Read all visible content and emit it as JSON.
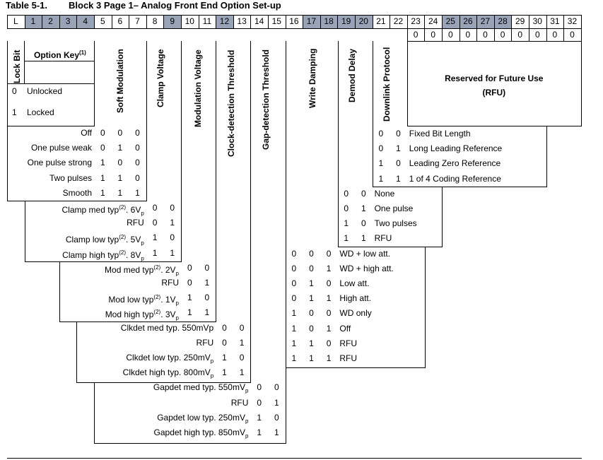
{
  "title": {
    "number": "Table 5-1.",
    "text": "Block 3 Page 1– Analog Front End Option Set-up"
  },
  "bits": [
    "L",
    "1",
    "2",
    "3",
    "4",
    "5",
    "6",
    "7",
    "8",
    "9",
    "10",
    "11",
    "12",
    "13",
    "14",
    "15",
    "16",
    "17",
    "18",
    "19",
    "20",
    "21",
    "22",
    "23",
    "24",
    "25",
    "26",
    "27",
    "28",
    "29",
    "30",
    "31",
    "32"
  ],
  "rfu_zeros": [
    "0",
    "0",
    "0",
    "0",
    "0",
    "0",
    "0",
    "0",
    "0",
    "0"
  ],
  "headers": {
    "lock_bit": "Lock Bit",
    "option_key": "Option Key",
    "option_key_sup": "(1)",
    "soft_modulation": "Soft Modulation",
    "clamp_voltage": "Clamp Voltage",
    "modulation_voltage": "Modulation Voltage",
    "clock_detection": "Clock-detection Threshold",
    "gap_detection": "Gap-detection Threshold",
    "write_damping": "Write Damping",
    "demod_delay": "Demod Delay",
    "downlink_protocol": "Downlink Protocol",
    "rfu_title": "Reserved for Future Use",
    "rfu_abbr": "(RFU)"
  },
  "lock": [
    {
      "val": "0",
      "label": "Unlocked"
    },
    {
      "val": "1",
      "label": "Locked"
    }
  ],
  "soft_mod": [
    {
      "label": "Off",
      "b": [
        "0",
        "0",
        "0"
      ]
    },
    {
      "label": "One pulse weak",
      "b": [
        "0",
        "1",
        "0"
      ]
    },
    {
      "label": "One pulse strong",
      "b": [
        "1",
        "0",
        "0"
      ]
    },
    {
      "label": "Two pulses",
      "b": [
        "1",
        "1",
        "0"
      ]
    },
    {
      "label": "Smooth",
      "b": [
        "1",
        "1",
        "1"
      ]
    }
  ],
  "clamp": [
    {
      "label": "Clamp med typ",
      "sup": "(2)",
      "suffix": ". 6V",
      "sub": "p",
      "b": [
        "0",
        "0"
      ]
    },
    {
      "label": "RFU",
      "sup": "",
      "suffix": "",
      "sub": "",
      "b": [
        "0",
        "1"
      ]
    },
    {
      "label": "Clamp low typ",
      "sup": "(2)",
      "suffix": ". 5V",
      "sub": "p",
      "b": [
        "1",
        "0"
      ]
    },
    {
      "label": "Clamp high typ",
      "sup": "(2)",
      "suffix": ". 8V",
      "sub": "p",
      "b": [
        "1",
        "1"
      ]
    }
  ],
  "modv": [
    {
      "label": "Mod med typ",
      "sup": "(2)",
      "suffix": ". 2V",
      "sub": "p",
      "b": [
        "0",
        "0"
      ]
    },
    {
      "label": "RFU",
      "sup": "",
      "suffix": "",
      "sub": "",
      "b": [
        "0",
        "1"
      ]
    },
    {
      "label": "Mod low typ",
      "sup": "(2)",
      "suffix": ". 1V",
      "sub": "p",
      "b": [
        "1",
        "0"
      ]
    },
    {
      "label": "Mod high typ",
      "sup": "(2)",
      "suffix": ". 3V",
      "sub": "p",
      "b": [
        "1",
        "1"
      ]
    }
  ],
  "clkdet": [
    {
      "label": "Clkdet med typ. 550mVp",
      "sub": "",
      "b": [
        "0",
        "0"
      ]
    },
    {
      "label": "RFU",
      "sub": "",
      "b": [
        "0",
        "1"
      ]
    },
    {
      "label": "Clkdet low typ. 250mV",
      "sub": "p",
      "b": [
        "1",
        "0"
      ]
    },
    {
      "label": "Clkdet high typ. 800mV",
      "sub": "p",
      "b": [
        "1",
        "1"
      ]
    }
  ],
  "gapdet": [
    {
      "label": "Gapdet med typ. 550mV",
      "sub": "p",
      "b": [
        "0",
        "0"
      ]
    },
    {
      "label": "RFU",
      "sub": "",
      "b": [
        "0",
        "1"
      ]
    },
    {
      "label": "Gapdet low typ. 250mV",
      "sub": "p",
      "b": [
        "1",
        "0"
      ]
    },
    {
      "label": "Gapdet high typ. 850mV",
      "sub": "p",
      "b": [
        "1",
        "1"
      ]
    }
  ],
  "write_damp": [
    {
      "b": [
        "0",
        "0",
        "0"
      ],
      "label": "WD + low att."
    },
    {
      "b": [
        "0",
        "0",
        "1"
      ],
      "label": "WD + high att."
    },
    {
      "b": [
        "0",
        "1",
        "0"
      ],
      "label": "Low att."
    },
    {
      "b": [
        "0",
        "1",
        "1"
      ],
      "label": "High att."
    },
    {
      "b": [
        "1",
        "0",
        "0"
      ],
      "label": "WD only"
    },
    {
      "b": [
        "1",
        "0",
        "1"
      ],
      "label": "Off"
    },
    {
      "b": [
        "1",
        "1",
        "0"
      ],
      "label": "RFU"
    },
    {
      "b": [
        "1",
        "1",
        "1"
      ],
      "label": "RFU"
    }
  ],
  "demod": [
    {
      "b": [
        "0",
        "0"
      ],
      "label": "None"
    },
    {
      "b": [
        "0",
        "1"
      ],
      "label": "One pulse"
    },
    {
      "b": [
        "1",
        "0"
      ],
      "label": "Two pulses"
    },
    {
      "b": [
        "1",
        "1"
      ],
      "label": "RFU"
    }
  ],
  "downlink": [
    {
      "b": [
        "0",
        "0"
      ],
      "label": "Fixed Bit Length"
    },
    {
      "b": [
        "0",
        "1"
      ],
      "label": "Long Leading Reference"
    },
    {
      "b": [
        "1",
        "0"
      ],
      "label": "Leading Zero Reference"
    },
    {
      "b": [
        "1",
        "1"
      ],
      "label": "1 of 4 Coding Reference"
    }
  ],
  "colors": {
    "shade": "#99a3b8",
    "line": "#000000"
  }
}
